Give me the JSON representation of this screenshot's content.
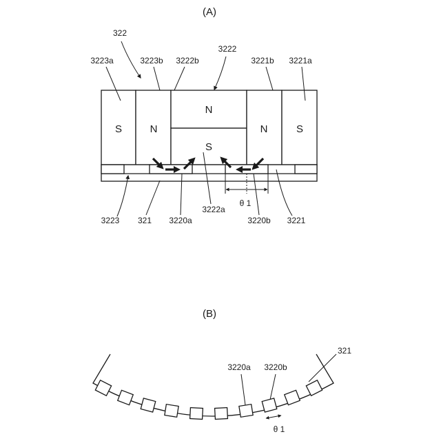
{
  "figure_a": {
    "title": "(A)",
    "magnets": {
      "m3223a": "S",
      "m3223b": "N",
      "m3222b": "N",
      "m3222a": "S",
      "m3221b": "N",
      "m3221a": "S"
    },
    "labels": {
      "l322": "322",
      "l3223a": "3223a",
      "l3223b": "3223b",
      "l3222b": "3222b",
      "l3222": "3222",
      "l3221b": "3221b",
      "l3221a": "3221a",
      "l3223": "3223",
      "l321": "321",
      "l3220a": "3220a",
      "l3222a": "3222a",
      "l3220b": "3220b",
      "l3221": "3221",
      "theta": "θ 1"
    }
  },
  "figure_b": {
    "title": "(B)",
    "labels": {
      "l321": "321",
      "l3220a": "3220a",
      "l3220b": "3220b",
      "theta": "θ 1"
    }
  }
}
